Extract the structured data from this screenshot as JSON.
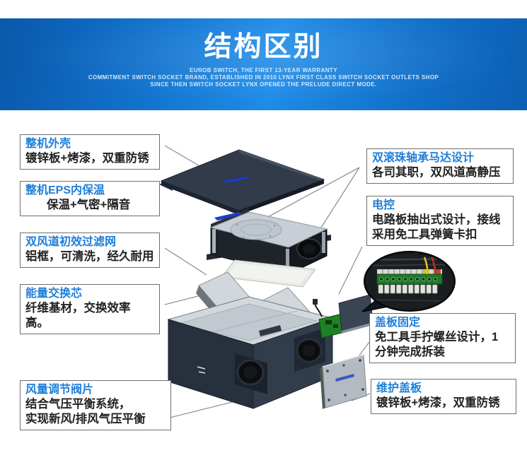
{
  "banner": {
    "title": "结构区别",
    "subtitle_lines": [
      "EUROB SWITCH, THE FIRST 13-YEAR WARRANTY",
      "COMMITMENT SWITCH SOCKET BRAND, ESTABLISHED IN 2010 LYNX FIRST CLASS SWITCH SOCKET OUTLETS SHOP",
      "SINCE THEN SWITCH SOCKET LYNX OPENED THE PRELUDE DIRECT MODE."
    ],
    "colors": {
      "blue_dark": "#0a58ab",
      "blue_bright": "#1e8ce8",
      "text": "#ffffff"
    }
  },
  "callouts": {
    "left": [
      {
        "title": "整机外壳",
        "body": "镀锌板+烤漆，双重防锈"
      },
      {
        "title": "整机EPS内保温",
        "body": "保温+气密+隔音"
      },
      {
        "title": "双风道初效过滤网",
        "body": "铝框，可清洗，经久耐用"
      },
      {
        "title": "能量交换芯",
        "body": "纤维基材，交换效率\n高。"
      },
      {
        "title": "风量调节阀片",
        "body": "结合气压平衡系统，\n实现新风/排风气压平衡"
      }
    ],
    "right": [
      {
        "title": "双滚珠轴承马达设计",
        "body": "各司其职，双风道高静压"
      },
      {
        "title": "电控",
        "body": "电路板抽出式设计，接线\n采用免工具弹簧卡扣"
      },
      {
        "title": "盖板固定",
        "body": "免工具手拧螺丝设计，1\n分钟完成拆装"
      },
      {
        "title": "维护盖板",
        "body": "镀锌板+烤漆，双重防锈"
      }
    ],
    "style": {
      "title_color": "#1e7fd8",
      "body_color": "#222222",
      "border_color": "#6e6e6e"
    }
  },
  "diagram": {
    "parts": [
      {
        "id": "top-cover-panel",
        "meaning": "outer casing cover (dark steel sheet with blue logo)"
      },
      {
        "id": "fan-motor-assembly",
        "meaning": "dual ball-bearing motor / blower assembly"
      },
      {
        "id": "filter-panel",
        "meaning": "dual-duct primary filter"
      },
      {
        "id": "heat-exchange-core-left",
        "meaning": "energy exchange core"
      },
      {
        "id": "heat-exchange-core-right",
        "meaning": "energy exchange core"
      },
      {
        "id": "main-body-box",
        "meaning": "unit body with EPS insulation and duct ports"
      },
      {
        "id": "control-pcb",
        "meaning": "pull-out control circuit board"
      },
      {
        "id": "ebox-panel",
        "meaning": "electric control box panel"
      },
      {
        "id": "terminal-callout-bubble",
        "meaning": "zoom photo of tool-free spring wiring terminal"
      },
      {
        "id": "maintenance-plate",
        "meaning": "maintenance cover plate with thumb screws"
      }
    ],
    "colors": {
      "cover": "#313b49",
      "body_wall": "#27303d",
      "metal_light": "#c7ced6",
      "pcb_green": "#1e8124",
      "logo_blue": "#2136d8"
    }
  }
}
